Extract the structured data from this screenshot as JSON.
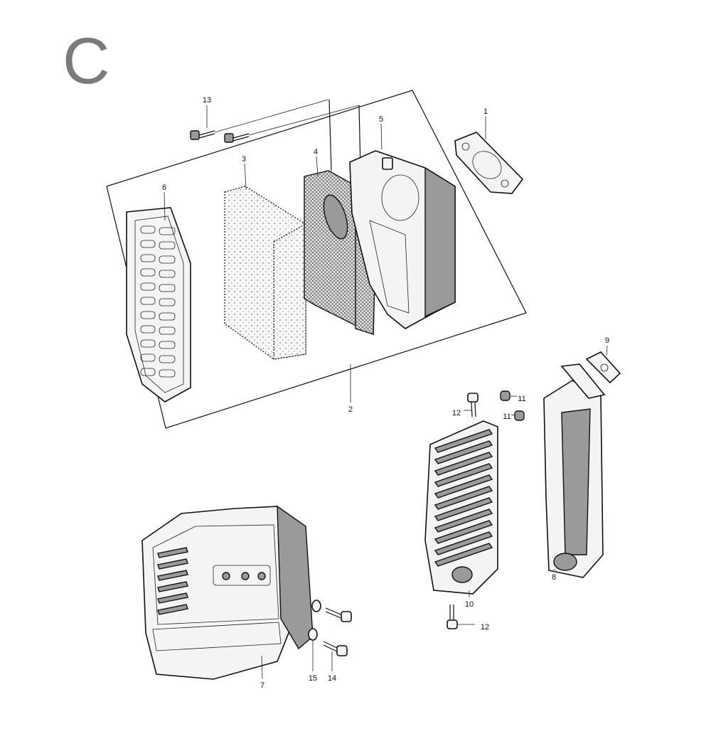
{
  "section": {
    "letter": "C"
  },
  "callouts": [
    {
      "id": "c1",
      "label": "1"
    },
    {
      "id": "c2",
      "label": "2"
    },
    {
      "id": "c3",
      "label": "3"
    },
    {
      "id": "c4",
      "label": "4"
    },
    {
      "id": "c5",
      "label": "5"
    },
    {
      "id": "c6",
      "label": "6"
    },
    {
      "id": "c7",
      "label": "7"
    },
    {
      "id": "c8",
      "label": "8"
    },
    {
      "id": "c9",
      "label": "9"
    },
    {
      "id": "c10",
      "label": "10"
    },
    {
      "id": "c11a",
      "label": "11"
    },
    {
      "id": "c11b",
      "label": "11"
    },
    {
      "id": "c12a",
      "label": "12"
    },
    {
      "id": "c12b",
      "label": "12"
    },
    {
      "id": "c13",
      "label": "13"
    },
    {
      "id": "c14",
      "label": "14"
    },
    {
      "id": "c15",
      "label": "15"
    }
  ],
  "colors": {
    "ink": "#111111",
    "letter": "#7a7a7a"
  }
}
